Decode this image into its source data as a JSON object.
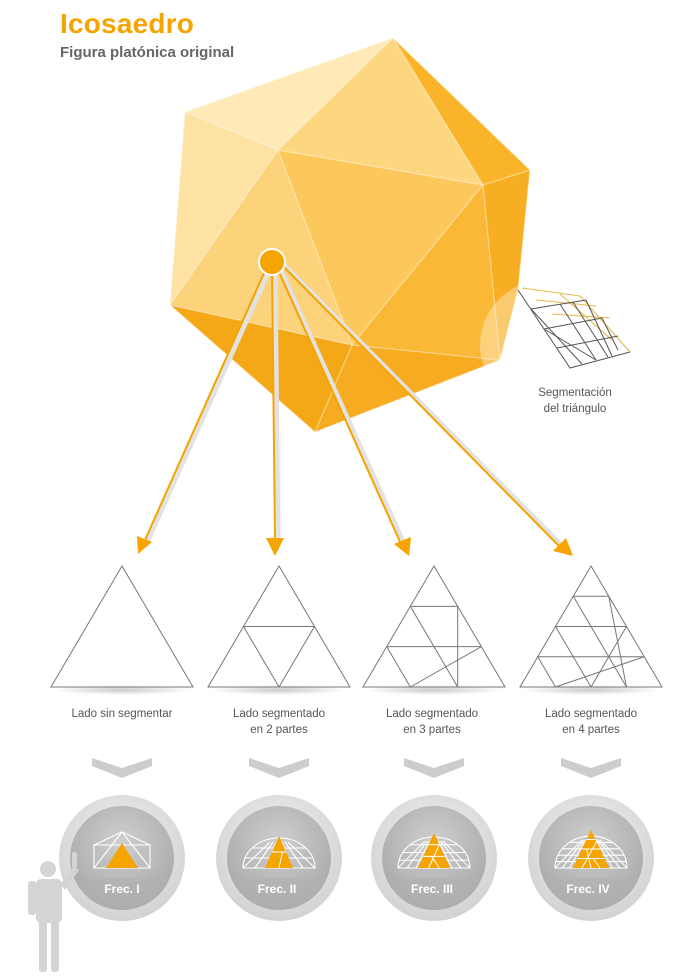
{
  "header": {
    "title": "Icosaedro",
    "subtitle": "Figura platónica original"
  },
  "inset": {
    "label_line1": "Segmentación",
    "label_line2": "del triángulo"
  },
  "segments": [
    {
      "line1": "Lado sin segmentar",
      "line2": "",
      "frequency": 1,
      "dome_label": "Frec. I"
    },
    {
      "line1": "Lado segmentado",
      "line2": "en 2 partes",
      "frequency": 2,
      "dome_label": "Frec. II"
    },
    {
      "line1": "Lado segmentado",
      "line2": "en 3 partes",
      "frequency": 3,
      "dome_label": "Frec. III"
    },
    {
      "line1": "Lado segmentado",
      "line2": "en 4 partes",
      "frequency": 4,
      "dome_label": "Frec. IV"
    }
  ],
  "colors": {
    "accent": "#f5a400",
    "face_light": "#fde3a8",
    "face_mid": "#fcc85c",
    "face_dark": "#f7ab1e",
    "line": "#777777",
    "chevron": "#cccccc",
    "circle_ring": "#dcdcdc",
    "circle_fill": "#b7b7b7"
  }
}
